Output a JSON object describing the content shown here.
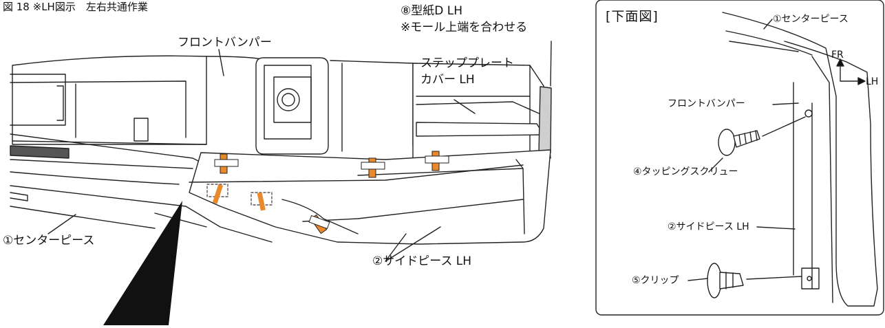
{
  "figure_title": "図 18 ※LH図示　左右共通作業",
  "main": {
    "template_label_1": "⑧型紙D LH",
    "template_label_2": "※モール上端を合わせる",
    "front_bumper": "フロントバンパー",
    "step_plate_1": "ステッププレート",
    "step_plate_2": "カバー LH",
    "center_piece": "①センターピース",
    "side_piece": "②サイドピース LH"
  },
  "inset": {
    "title": "[下面図]",
    "center_piece": "①センターピース",
    "fr": "FR",
    "lh": "LH",
    "front_bumper": "フロントバンパー",
    "tapping_screw": "④タッピングスクリュー",
    "side_piece": "②サイドピース LH",
    "clip": "⑤クリップ"
  },
  "colors": {
    "tape": "#e8892b",
    "line": "#222222",
    "paper_strip": "#cfcfcf",
    "shadow": "#111111"
  }
}
